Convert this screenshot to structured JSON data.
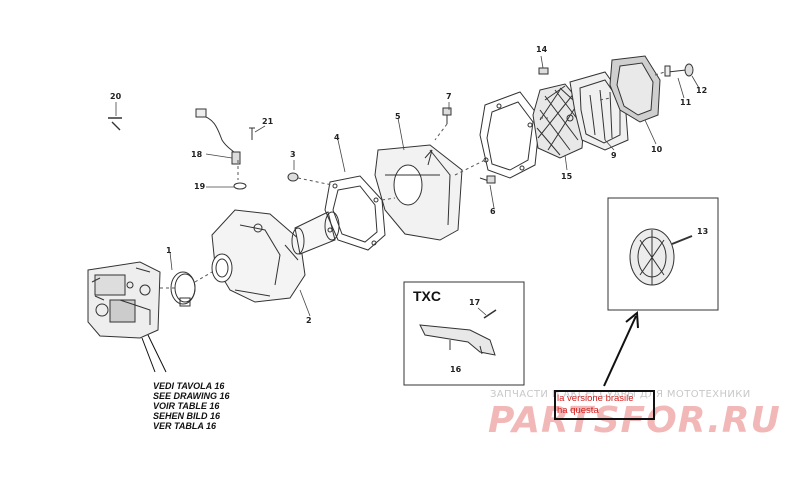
{
  "callouts": {
    "n1": "1",
    "n2": "2",
    "n3": "3",
    "n4": "4",
    "n5": "5",
    "n6": "6",
    "n7": "7",
    "n9": "9",
    "n10": "10",
    "n11": "11",
    "n12": "12",
    "n13": "13",
    "n14": "14",
    "n15": "15",
    "n16": "16",
    "n17": "17",
    "n18": "18",
    "n19": "19",
    "n20": "20",
    "n21": "21"
  },
  "inset": {
    "label": "TXC"
  },
  "reference": {
    "lines": [
      "VEDI TAVOLA 16",
      "SEE DRAWING 16",
      "VOIR TABLE 16",
      "SEHEN BILD 16",
      "VER TABLA 16"
    ]
  },
  "note": {
    "line1": "la versione brasile",
    "line2": "ha questa"
  },
  "watermark": {
    "text": "ЗАПЧАСТИ И АКСЕССУАРЫ ДЛЯ МОТОТЕХНИКИ",
    "logo": "PARTSFOR.RU"
  },
  "colors": {
    "line": "#333333",
    "note_text": "#d42020",
    "watermark_logo": "#f2b8b8"
  }
}
